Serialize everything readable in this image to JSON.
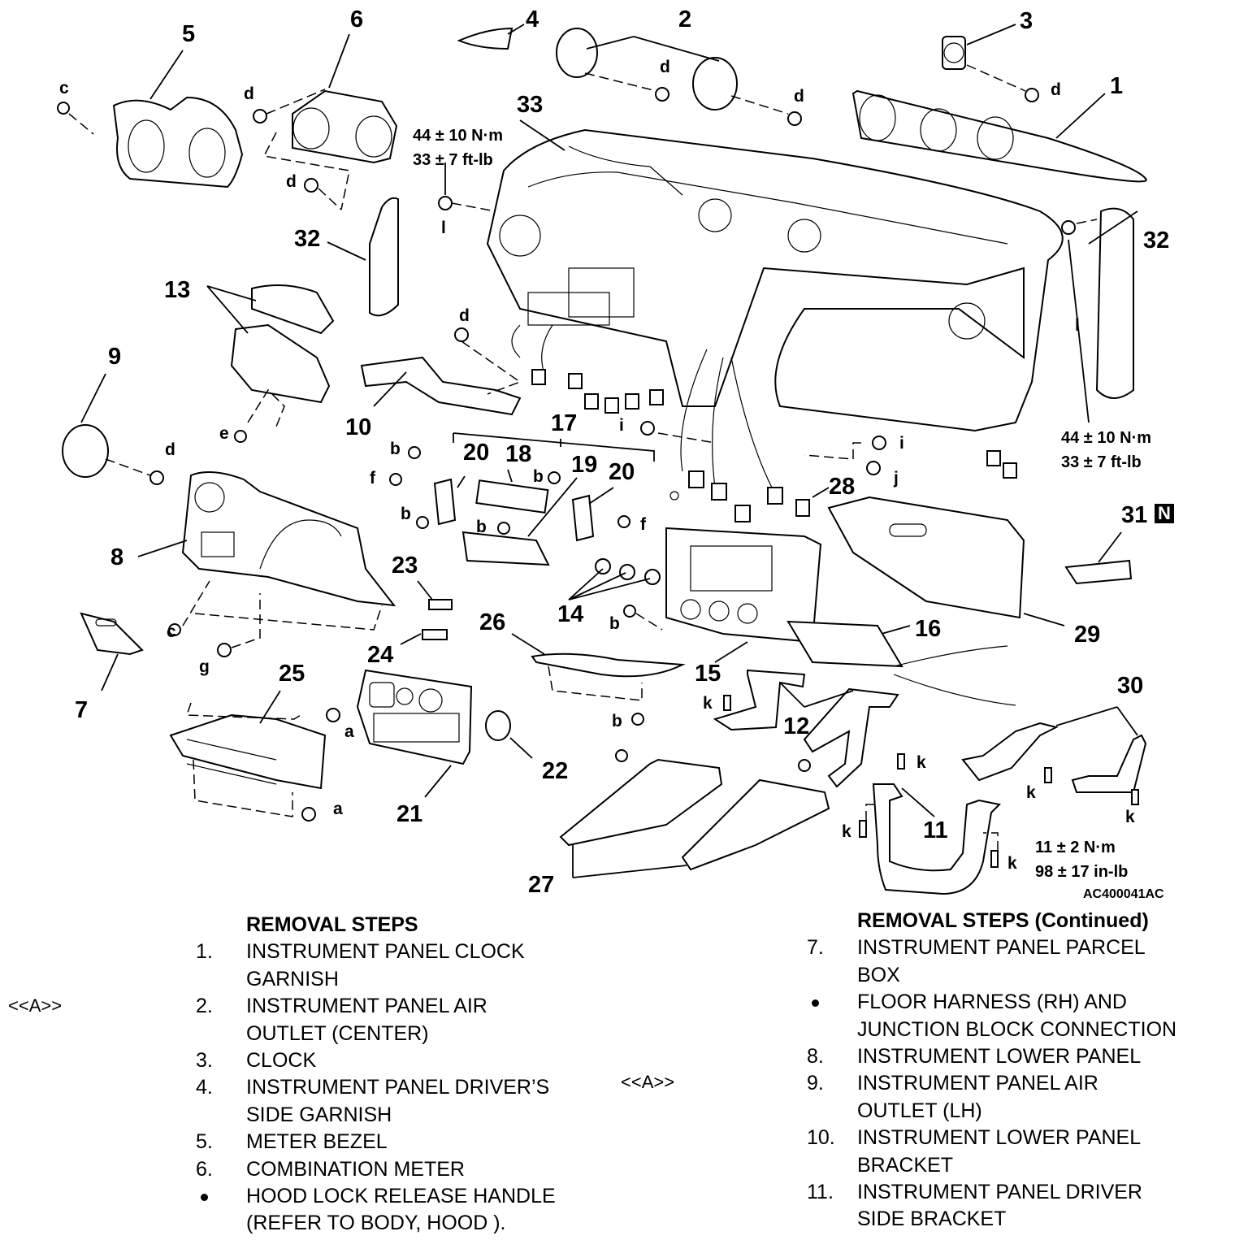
{
  "figure": {
    "id": "AC400041AC",
    "callouts": [
      {
        "label": "1"
      },
      {
        "label": "2"
      },
      {
        "label": "3"
      },
      {
        "label": "4"
      },
      {
        "label": "5"
      },
      {
        "label": "6"
      },
      {
        "label": "33"
      },
      {
        "label": "32"
      },
      {
        "label": "32"
      },
      {
        "label": "13"
      },
      {
        "label": "9"
      },
      {
        "label": "10"
      },
      {
        "label": "17"
      },
      {
        "label": "20"
      },
      {
        "label": "18"
      },
      {
        "label": "19"
      },
      {
        "label": "20"
      },
      {
        "label": "8"
      },
      {
        "label": "23"
      },
      {
        "label": "14"
      },
      {
        "label": "28"
      },
      {
        "label": "31"
      },
      {
        "label": "29"
      },
      {
        "label": "16"
      },
      {
        "label": "26"
      },
      {
        "label": "24"
      },
      {
        "label": "15"
      },
      {
        "label": "7"
      },
      {
        "label": "25"
      },
      {
        "label": "12"
      },
      {
        "label": "30"
      },
      {
        "label": "22"
      },
      {
        "label": "21"
      },
      {
        "label": "11"
      },
      {
        "label": "27"
      }
    ],
    "fasteners": [
      {
        "label": "c"
      },
      {
        "label": "d"
      },
      {
        "label": "d"
      },
      {
        "label": "d"
      },
      {
        "label": "d"
      },
      {
        "label": "d"
      },
      {
        "label": "l"
      },
      {
        "label": "l"
      },
      {
        "label": "d"
      },
      {
        "label": "d"
      },
      {
        "label": "e"
      },
      {
        "label": "b"
      },
      {
        "label": "f"
      },
      {
        "label": "b"
      },
      {
        "label": "b"
      },
      {
        "label": "b"
      },
      {
        "label": "f"
      },
      {
        "label": "i"
      },
      {
        "label": "i"
      },
      {
        "label": "j"
      },
      {
        "label": "b"
      },
      {
        "label": "c"
      },
      {
        "label": "g"
      },
      {
        "label": "k"
      },
      {
        "label": "b"
      },
      {
        "label": "a"
      },
      {
        "label": "a"
      },
      {
        "label": "k"
      },
      {
        "label": "k"
      },
      {
        "label": "k"
      },
      {
        "label": "k"
      },
      {
        "label": "k"
      }
    ],
    "badge_N": "N",
    "torque_specs": [
      {
        "metric": "44 ± 10 N·m",
        "imperial": "33 ± 7 ft-lb"
      },
      {
        "metric": "44 ± 10 N·m",
        "imperial": "33 ± 7 ft-lb"
      },
      {
        "metric": "11 ± 2 N·m",
        "imperial": "98 ± 17 in-lb"
      }
    ]
  },
  "removal_steps": {
    "left": {
      "heading": "REMOVAL STEPS",
      "reference_mark": "<<A>>",
      "items": [
        {
          "marker": "1.",
          "lines": [
            "INSTRUMENT PANEL CLOCK",
            "GARNISH"
          ]
        },
        {
          "marker": "2.",
          "lines": [
            "INSTRUMENT PANEL AIR",
            "OUTLET (CENTER)"
          ]
        },
        {
          "marker": "3.",
          "lines": [
            "CLOCK"
          ]
        },
        {
          "marker": "4.",
          "lines": [
            "INSTRUMENT PANEL DRIVER’S",
            "SIDE GARNISH"
          ]
        },
        {
          "marker": "5.",
          "lines": [
            "METER BEZEL"
          ]
        },
        {
          "marker": "6.",
          "lines": [
            "COMBINATION METER"
          ]
        },
        {
          "marker": "•",
          "lines": [
            "HOOD LOCK RELEASE HANDLE",
            "(REFER TO BODY, HOOD )."
          ]
        }
      ]
    },
    "right": {
      "heading": "REMOVAL STEPS (Continued)",
      "reference_mark": "<<A>>",
      "items": [
        {
          "marker": "7.",
          "lines": [
            "INSTRUMENT PANEL PARCEL",
            "BOX"
          ]
        },
        {
          "marker": "•",
          "lines": [
            "FLOOR HARNESS (RH) AND",
            "JUNCTION BLOCK CONNECTION"
          ]
        },
        {
          "marker": "8.",
          "lines": [
            "INSTRUMENT LOWER PANEL"
          ]
        },
        {
          "marker": "9.",
          "lines": [
            "INSTRUMENT PANEL AIR",
            "OUTLET (LH)"
          ]
        },
        {
          "marker": "10.",
          "lines": [
            "INSTRUMENT LOWER PANEL",
            "BRACKET"
          ]
        },
        {
          "marker": "11.",
          "lines": [
            "INSTRUMENT PANEL DRIVER",
            "SIDE BRACKET"
          ]
        }
      ]
    }
  }
}
